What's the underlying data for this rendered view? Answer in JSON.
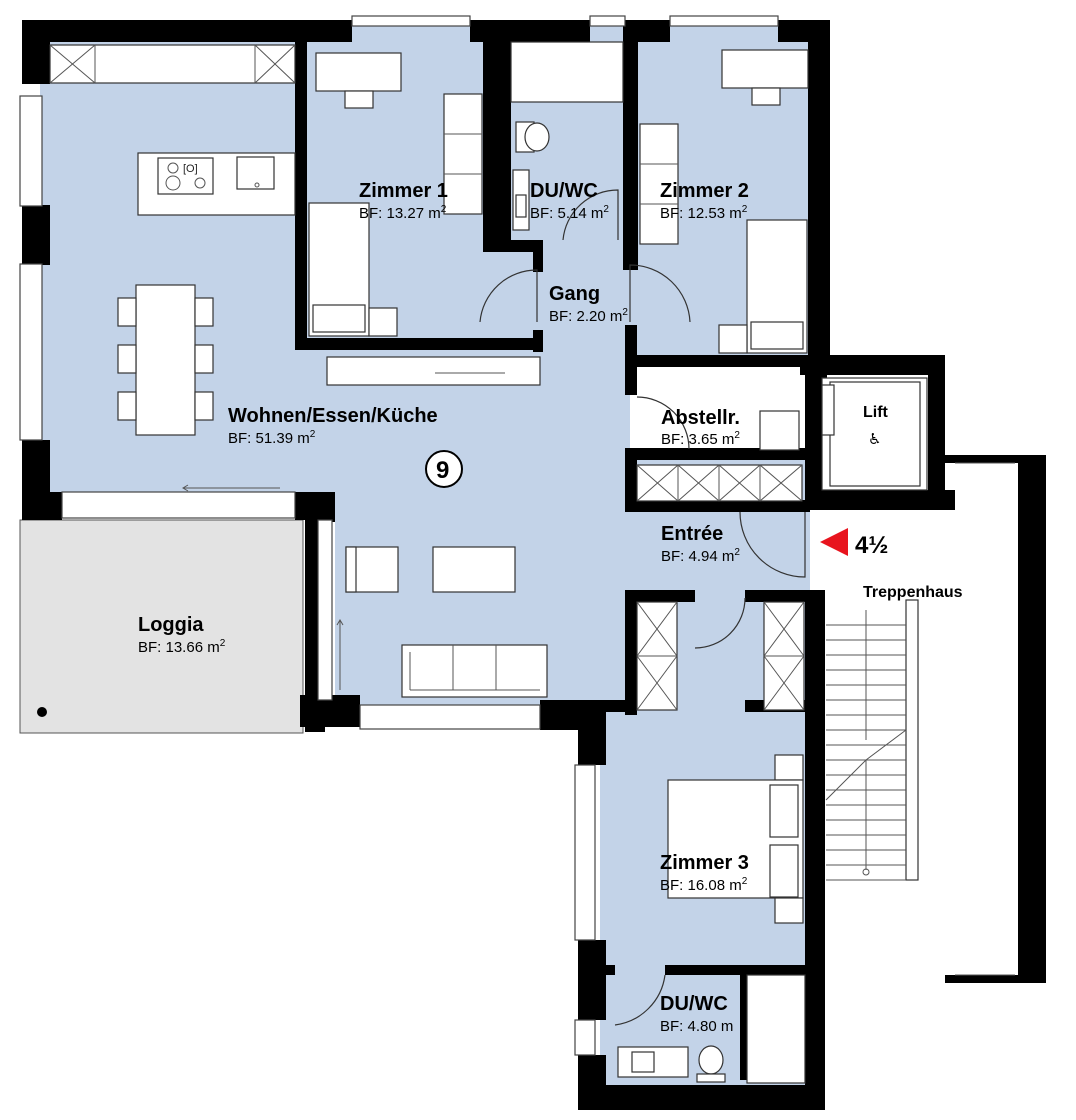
{
  "colors": {
    "room_fill": "#c3d3e8",
    "loggia_fill": "#e3e3e3",
    "wall": "#000000",
    "entrance_marker": "#e8141e"
  },
  "unit": {
    "number": "9",
    "rooms": "4½"
  },
  "rooms": [
    {
      "id": "zimmer1",
      "name": "Zimmer 1",
      "area": "BF: 13.27 m",
      "sup": "2"
    },
    {
      "id": "duwc1",
      "name": "DU/WC",
      "area": "BF: 5.14 m",
      "sup": "2"
    },
    {
      "id": "zimmer2",
      "name": "Zimmer 2",
      "area": "BF: 12.53 m",
      "sup": "2"
    },
    {
      "id": "gang",
      "name": "Gang",
      "area": "BF: 2.20 m",
      "sup": "2"
    },
    {
      "id": "wohnen",
      "name": "Wohnen/Essen/Küche",
      "area": "BF: 51.39 m",
      "sup": "2"
    },
    {
      "id": "abstell",
      "name": "Abstellr.",
      "area": "BF: 3.65 m",
      "sup": "2"
    },
    {
      "id": "entree",
      "name": "Entrée",
      "area": "BF: 4.94 m",
      "sup": "2"
    },
    {
      "id": "loggia",
      "name": "Loggia",
      "area": "BF: 13.66 m",
      "sup": "2"
    },
    {
      "id": "zimmer3",
      "name": "Zimmer 3",
      "area": "BF: 16.08 m",
      "sup": "2"
    },
    {
      "id": "duwc2",
      "name": "DU/WC",
      "area": "BF: 4.80 m",
      "sup": ""
    }
  ],
  "labels": {
    "lift": "Lift",
    "stairwell": "Treppenhaus",
    "cooktop": "[O]"
  },
  "icons": {
    "accessibility": "♿"
  }
}
